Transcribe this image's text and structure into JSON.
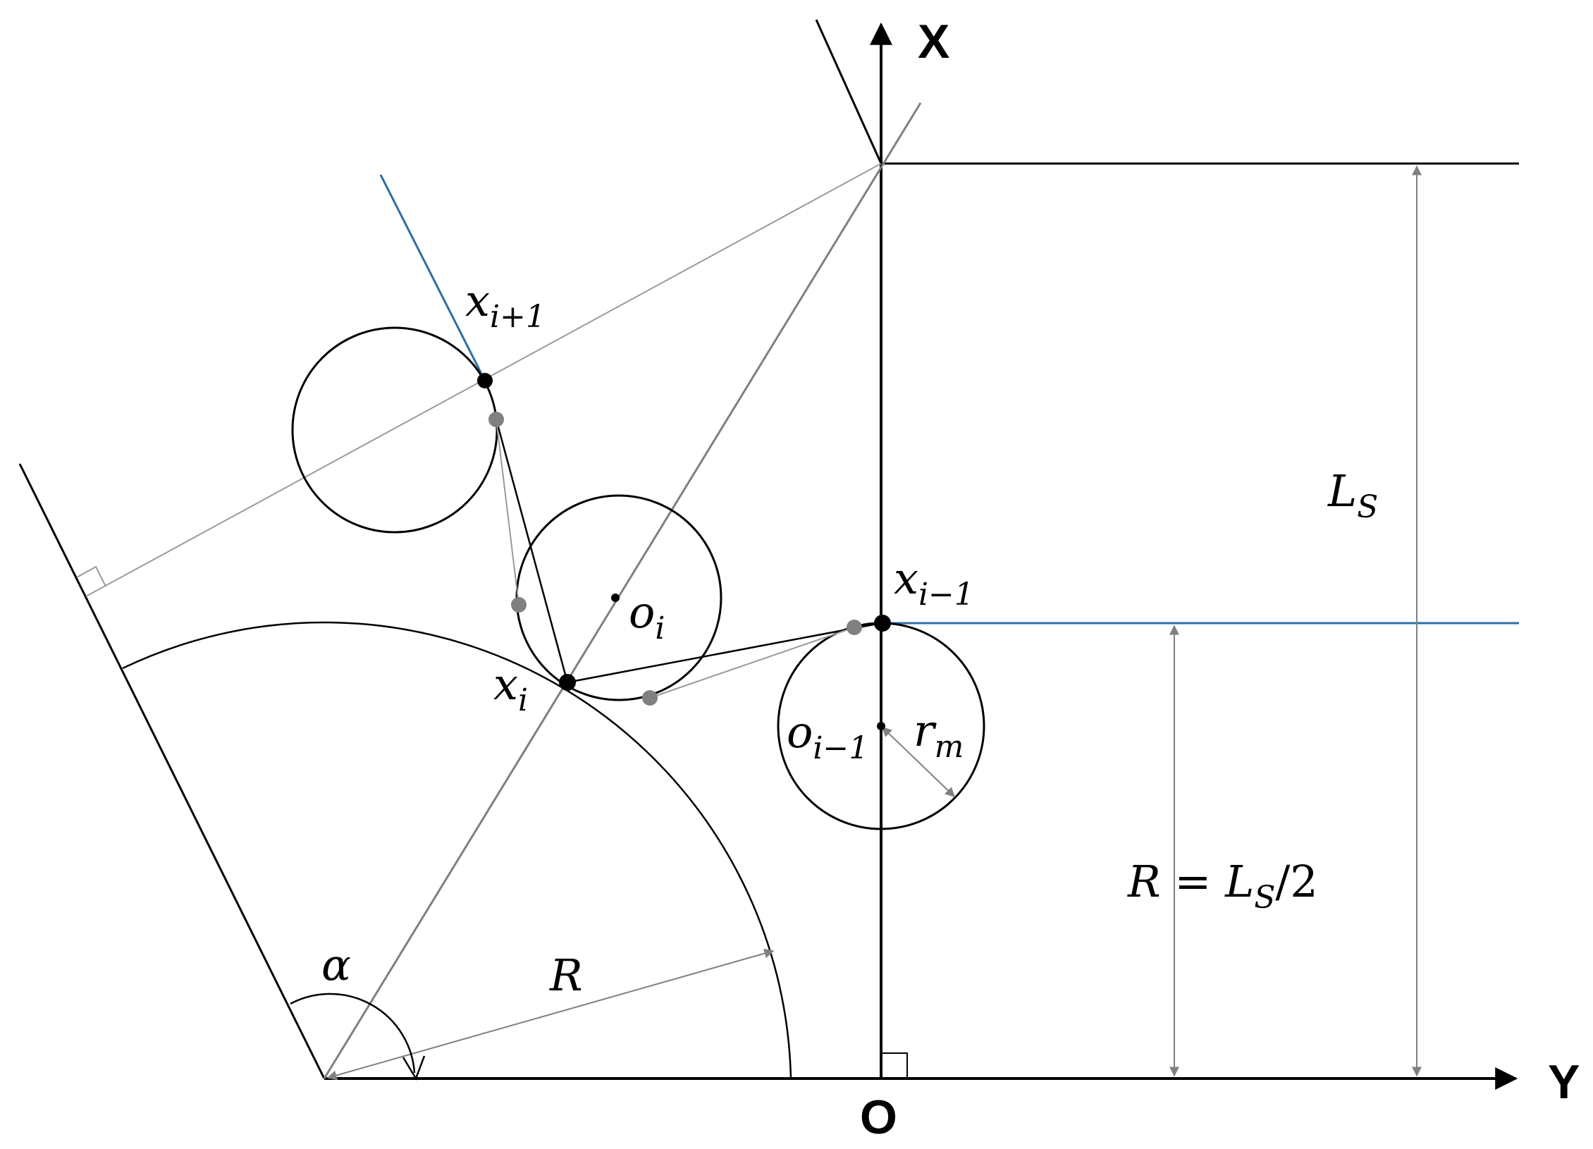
{
  "axes": {
    "x_label": "X",
    "y_label": "Y",
    "origin_label": "O"
  },
  "labels": {
    "x_next": {
      "base": "x",
      "sub": "i+1"
    },
    "x_cur": {
      "base": "x",
      "sub": "i"
    },
    "x_prev": {
      "base": "x",
      "sub": "i−1"
    },
    "o_cur": {
      "base": "o",
      "sub": "i"
    },
    "o_prev": {
      "base": "o",
      "sub": "i−1"
    },
    "r_m": {
      "base": "r",
      "sub": "m"
    },
    "alpha": "α",
    "R": "R",
    "Ls": {
      "base": "L",
      "sub": "S"
    },
    "R_eq": {
      "base": "R",
      "eq": " = ",
      "L": "L",
      "sub": "S",
      "tail": "/2"
    }
  },
  "colors": {
    "black": "#000000",
    "gray": "#808080",
    "light_gray": "#9a9a9a",
    "blue": "#2e6da4"
  }
}
